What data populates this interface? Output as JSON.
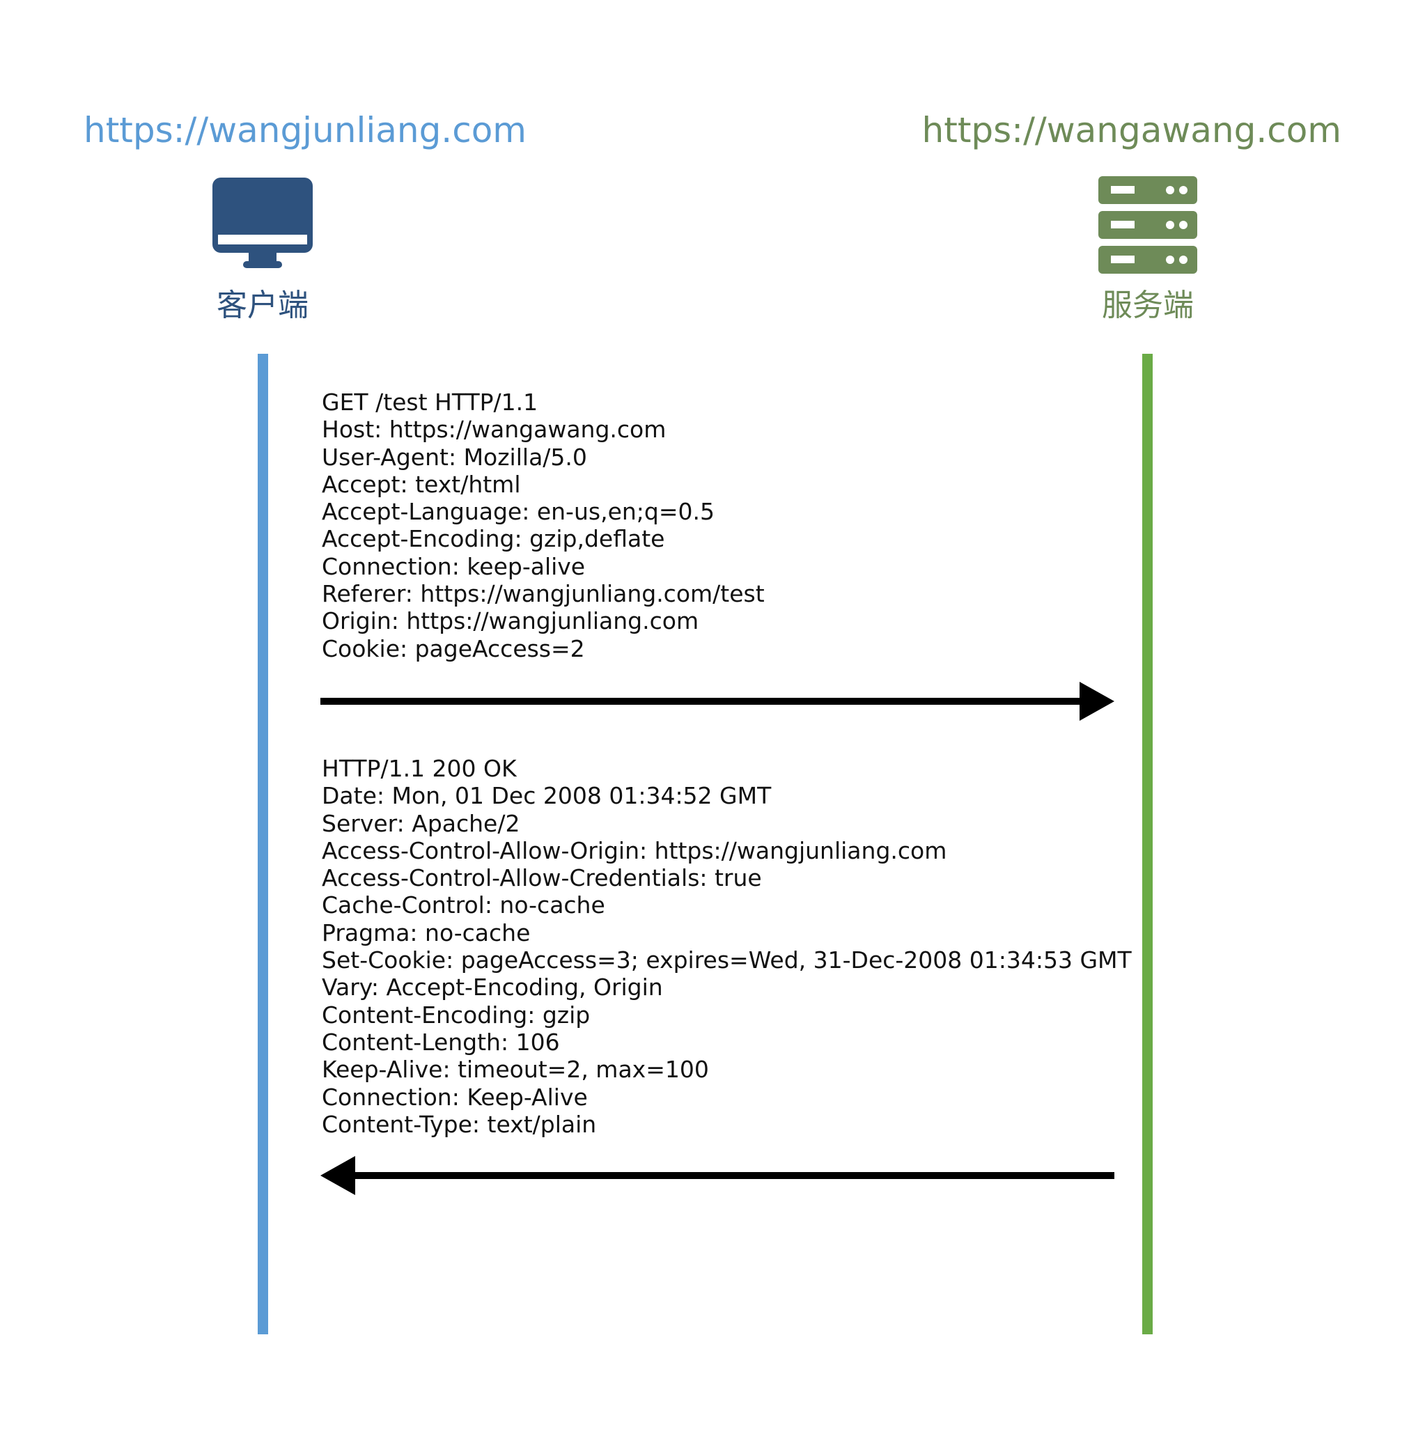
{
  "colors": {
    "client_origin": "#5b9bd5",
    "server_origin": "#6e8b58",
    "client_icon": "#2e527e",
    "server_icon": "#6e8b58",
    "client_role": "#2e527e",
    "server_role": "#6e8b58",
    "client_lifeline": "#5b9bd5",
    "server_lifeline": "#6aab46",
    "arrow": "#000000"
  },
  "client": {
    "origin": "https://wangjunliang.com",
    "role": "客户端",
    "icon": "desktop-monitor-icon"
  },
  "server": {
    "origin": "https://wangawang.com",
    "role": "服务端",
    "icon": "server-rack-icon"
  },
  "request": {
    "direction": "client-to-server",
    "lines": [
      "GET /test HTTP/1.1",
      "Host: https://wangawang.com",
      "User-Agent: Mozilla/5.0",
      "Accept: text/html",
      "Accept-Language: en-us,en;q=0.5",
      "Accept-Encoding: gzip,deflate",
      "Connection: keep-alive",
      "Referer: https://wangjunliang.com/test",
      "Origin: https://wangjunliang.com",
      "Cookie: pageAccess=2"
    ]
  },
  "response": {
    "direction": "server-to-client",
    "lines": [
      "HTTP/1.1 200 OK",
      "Date: Mon, 01 Dec 2008 01:34:52 GMT",
      "Server: Apache/2",
      "Access-Control-Allow-Origin: https://wangjunliang.com",
      "Access-Control-Allow-Credentials: true",
      "Cache-Control: no-cache",
      "Pragma: no-cache",
      "Set-Cookie: pageAccess=3; expires=Wed, 31-Dec-2008 01:34:53 GMT",
      "Vary: Accept-Encoding, Origin",
      "Content-Encoding: gzip",
      "Content-Length: 106",
      "Keep-Alive: timeout=2, max=100",
      "Connection: Keep-Alive",
      "Content-Type: text/plain"
    ]
  }
}
